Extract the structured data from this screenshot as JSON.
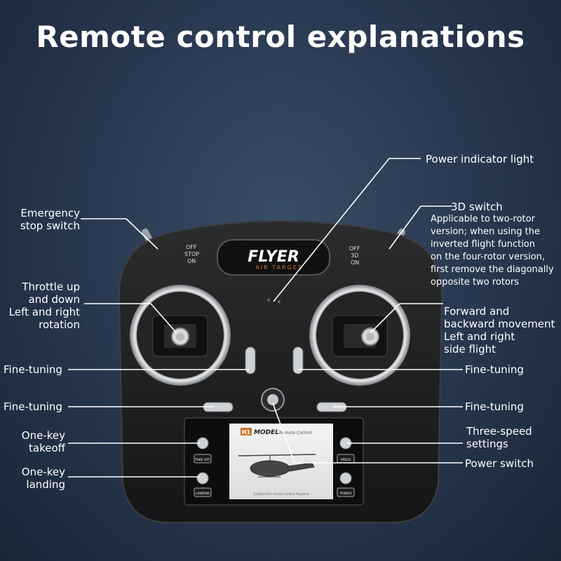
{
  "title": "Remote control explanations",
  "device": {
    "brand": "FLYER",
    "brand_sub": "AIR TARGET",
    "left_switch_label": [
      "OFF",
      "STOP",
      "ON"
    ],
    "right_switch_label": [
      "OFF",
      "3D",
      "ON"
    ],
    "screen_brand": "MODEL",
    "screen_brand_badge": "H1",
    "screen_subtitle": "Remote Control",
    "screen_footer": "2.4GHz 6CH Radio Control Airplane",
    "btn_takeoff": "TAKE OFF",
    "btn_landing": "LANDING",
    "btn_speed": "SPEED",
    "btn_power": "POWER"
  },
  "labels": {
    "emergency_stop": [
      "Emergency",
      "stop switch"
    ],
    "throttle": [
      "Throttle up",
      "and down",
      "Left and right",
      "rotation"
    ],
    "fine_tuning_left_1": "Fine-tuning",
    "fine_tuning_left_2": "Fine-tuning",
    "one_key_takeoff": [
      "One-key",
      "takeoff"
    ],
    "one_key_landing": [
      "One-key",
      "landing"
    ],
    "power_indicator": "Power indicator light",
    "switch_3d_title": "3D switch",
    "switch_3d_desc": [
      "Applicable to two-rotor",
      "version; when using the",
      "inverted flight function",
      "on the four-rotor version,",
      "first remove the diagonally",
      "opposite two rotors"
    ],
    "forward_backward": [
      "Forward and",
      "backward movement",
      "Left and right",
      "side flight"
    ],
    "fine_tuning_right_1": "Fine-tuning",
    "fine_tuning_right_2": "Fine-tuning",
    "three_speed": [
      "Three-speed",
      "settings"
    ],
    "power_switch": "Power switch"
  },
  "colors": {
    "background": "#2a3a52",
    "body": "#1e1f21",
    "accent_ring": "#c8ccd0",
    "brand_orange": "#c9772a"
  }
}
